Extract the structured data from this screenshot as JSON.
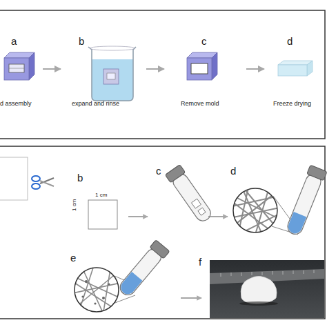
{
  "diagram": {
    "labels": [
      "a",
      "b",
      "c",
      "d",
      "d assembly",
      "expand and rinse",
      "Remove mold",
      "Freeze drying",
      "b",
      "1 cm",
      "1 cm",
      "c",
      "d",
      "e",
      "f"
    ]
  }
}
